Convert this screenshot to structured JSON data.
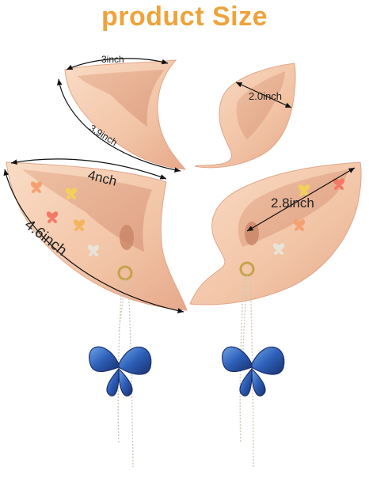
{
  "title": "product Size",
  "colors": {
    "title": "#f0a23a",
    "skin_light": "#f7d3b8",
    "skin_mid": "#eebc9c",
    "skin_dark": "#d99a7c",
    "butterfly_blue": "#2d5fb8",
    "chain": "#c9c3b3"
  },
  "small_ears": {
    "width_label": "3inch",
    "length_label": "3.9inch",
    "height_label": "2.0inch"
  },
  "large_ears": {
    "width_label": "4nch",
    "length_label": "4.6inch",
    "height_label": "2.8inch"
  }
}
